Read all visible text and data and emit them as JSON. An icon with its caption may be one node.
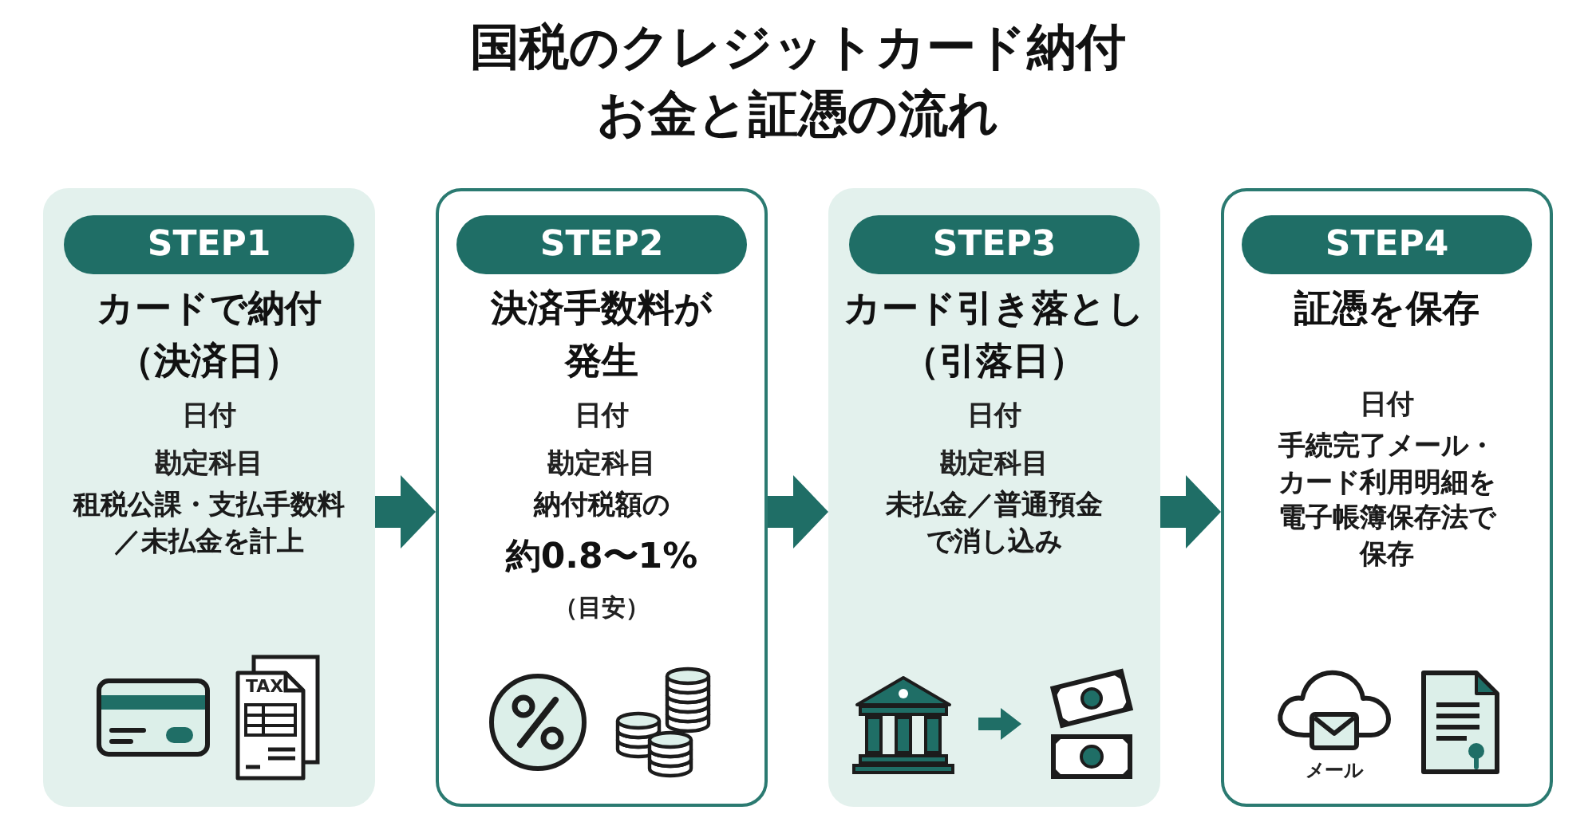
{
  "diagram": {
    "title": "国税のクレジットカード納付お金と証憑の流れ",
    "nodes": [
      {
        "text": [
          "STEP1",
          "カードで納付（決済日）",
          "日付",
          "勘定科目",
          "租税公課・支払手数料／**未払金**を計上"
        ]
      },
      {
        "text": [
          "STEP2",
          "決済手数料が発生",
          "日付",
          "勘定科目",
          "納付税額の",
          "約**0.8〜1**%",
          "（目安）"
        ]
      },
      {
        "text": [
          "STEP3",
          "カード引き落とし（引落日）",
          "日付",
          "勘定科目",
          "**未払金**／普通預金で消し込み"
        ]
      },
      {
        "text": [
          "STEP4",
          "証憑を保存",
          "日付",
          "手続完了メール・カード利用明細を**電子帳簿保存法**で保存"
        ]
      }
    ],
    "edges": [
      {
        "from": 0,
        "to": 1,
        "arrow": "to"
      },
      {
        "from": 1,
        "to": 2,
        "arrow": "to"
      },
      {
        "from": 2,
        "to": 3,
        "arrow": "to"
      }
    ],
    "labels": [
      "TAX",
      "メール"
    ]
  }
}
